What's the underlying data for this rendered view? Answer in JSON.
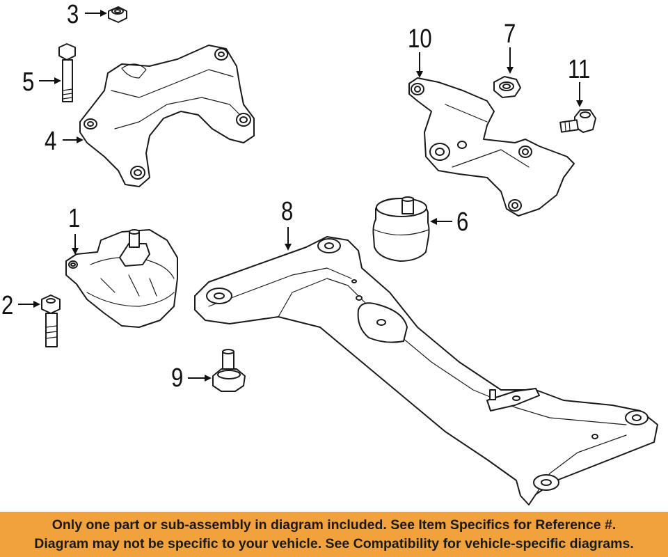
{
  "callouts": {
    "c1": "1",
    "c2": "2",
    "c3": "3",
    "c4": "4",
    "c5": "5",
    "c6": "6",
    "c7": "7",
    "c8": "8",
    "c9": "9",
    "c10": "10",
    "c11": "11"
  },
  "banner": {
    "line1": "Only one part or sub-assembly in diagram included. See Item Specifics for Reference #.",
    "line2": "Diagram may not be specific to your vehicle. See Compatibility for vehicle-specific diagrams."
  },
  "colors": {
    "banner_bg": "#f2a23c",
    "line": "#1a1a1a",
    "background": "#ffffff"
  }
}
